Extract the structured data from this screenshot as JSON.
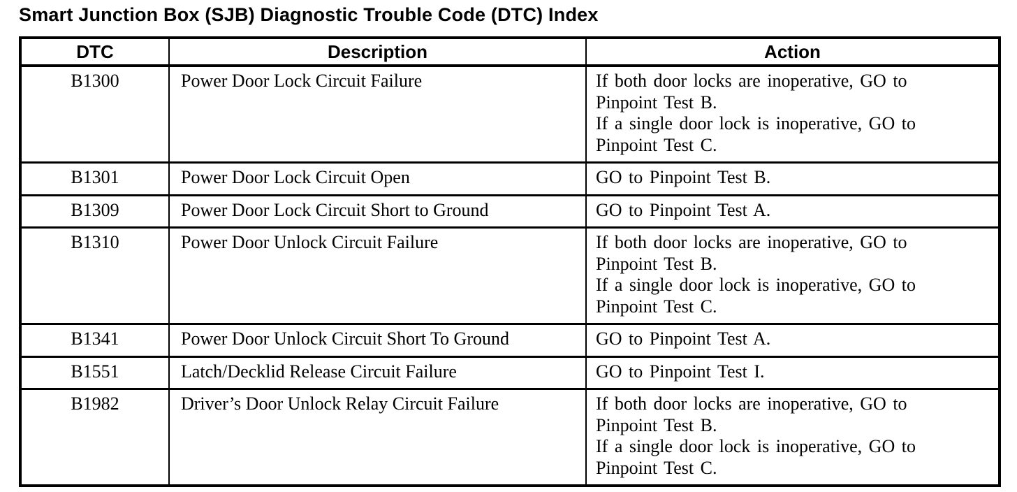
{
  "page": {
    "title": "Smart Junction Box (SJB) Diagnostic Trouble Code (DTC) Index"
  },
  "colors": {
    "text": "#000000",
    "background": "#ffffff",
    "border": "#000000"
  },
  "table": {
    "columns": [
      {
        "key": "dtc",
        "label": "DTC"
      },
      {
        "key": "description",
        "label": "Description"
      },
      {
        "key": "action",
        "label": "Action"
      }
    ],
    "rows": [
      {
        "dtc": "B1300",
        "description": "Power Door Lock Circuit Failure",
        "action": "If both door locks are inoperative, GO to\nPinpoint Test B.\nIf a single door lock is inoperative, GO to\nPinpoint Test C."
      },
      {
        "dtc": "B1301",
        "description": "Power Door Lock Circuit Open",
        "action": "GO to Pinpoint Test B."
      },
      {
        "dtc": "B1309",
        "description": "Power Door Lock Circuit Short to Ground",
        "action": "GO to Pinpoint Test A."
      },
      {
        "dtc": "B1310",
        "description": "Power Door Unlock Circuit Failure",
        "action": "If both door locks are inoperative, GO to\nPinpoint Test B.\nIf a single door lock is inoperative, GO to\nPinpoint Test C."
      },
      {
        "dtc": "B1341",
        "description": "Power Door Unlock Circuit Short To Ground",
        "action": "GO to Pinpoint Test A."
      },
      {
        "dtc": "B1551",
        "description": "Latch/Decklid Release Circuit Failure",
        "action": "GO to Pinpoint Test I."
      },
      {
        "dtc": "B1982",
        "description": "Driver’s Door Unlock Relay Circuit Failure",
        "action": "If both door locks are inoperative, GO to\nPinpoint Test B.\nIf a single door lock is inoperative, GO to\nPinpoint Test C."
      }
    ]
  }
}
